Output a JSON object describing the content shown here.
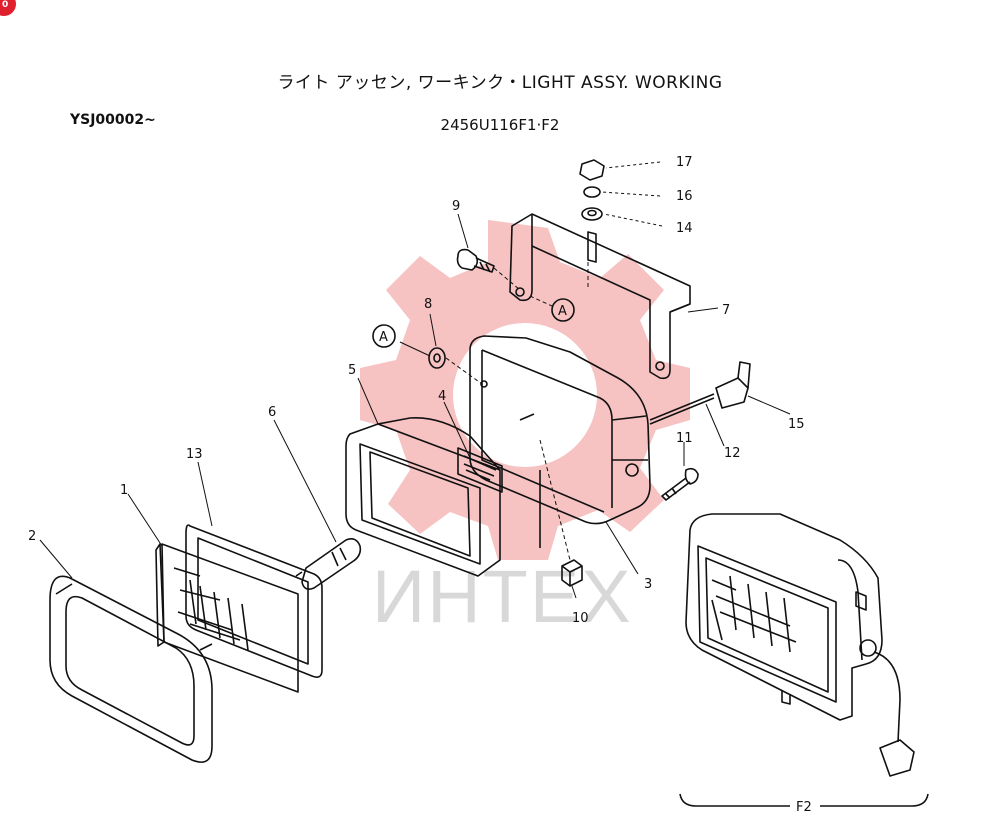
{
  "header": {
    "title": "ライト アッセン, ワーキンク・LIGHT ASSY. WORKING",
    "serial": "YSJ00002~",
    "part_code": "2456U116F1·F2",
    "corner_badge": "0"
  },
  "watermark": {
    "text": "ИНТЕХ"
  },
  "callouts": {
    "c1": "1",
    "c2": "2",
    "c3": "3",
    "c4": "4",
    "c5": "5",
    "c6": "6",
    "c7": "7",
    "c8": "8",
    "c9": "9",
    "c10": "10",
    "c11": "11",
    "c12": "12",
    "c13": "13",
    "c14": "14",
    "c15": "15",
    "c16": "16",
    "c17": "17"
  },
  "markers": {
    "a_left": "A",
    "a_right": "A"
  },
  "variant": {
    "label": "F2"
  },
  "colors": {
    "watermark_red": "#f5b7b7",
    "line": "#111111"
  }
}
